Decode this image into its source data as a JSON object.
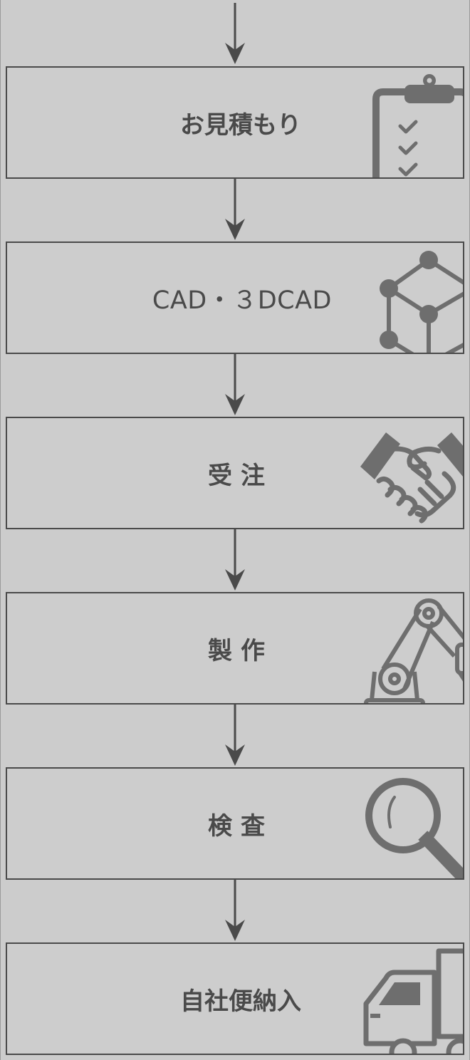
{
  "steps": [
    {
      "label": "お見積もり",
      "icon": "clipboard-checklist-icon"
    },
    {
      "label": "CAD・３DCAD",
      "icon": "3d-cube-network-icon"
    },
    {
      "label": "受注",
      "icon": "handshake-icon"
    },
    {
      "label": "製作",
      "icon": "robot-arm-icon"
    },
    {
      "label": "検査",
      "icon": "magnifier-icon"
    },
    {
      "label": "自社便納入",
      "icon": "delivery-truck-icon"
    }
  ],
  "colors": {
    "background": "#cccccc",
    "border": "#4a4a4a",
    "text": "#4a4a4a",
    "icon": "#6e6e6e"
  }
}
